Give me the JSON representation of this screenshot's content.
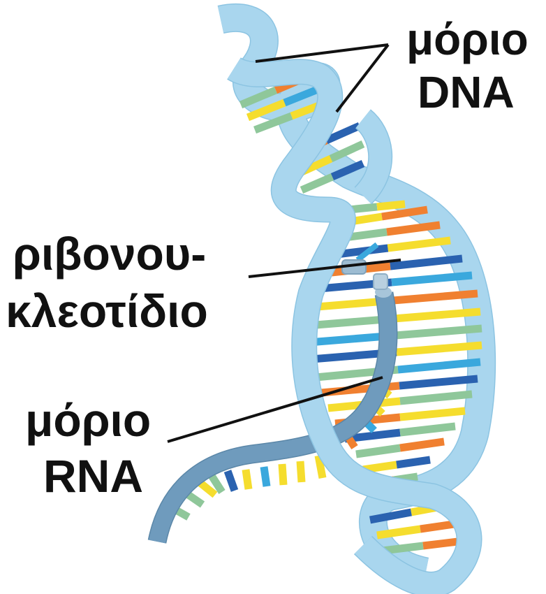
{
  "labels": {
    "dna": {
      "line1": "μόριο",
      "line2": "DNA"
    },
    "ribonucleotide": {
      "line1": "ριβονου-",
      "line2": "κλεοτίδιο"
    },
    "rna": {
      "line1": "μόριο",
      "line2": "RNA"
    }
  },
  "colors": {
    "dna_backbone": "#a9d6ee",
    "dna_backbone_edge": "#8cc4e2",
    "rna_backbone": "#6f9bbd",
    "rna_backbone_edge": "#5b87a8",
    "base_palette": [
      "#f08030",
      "#f5dd2e",
      "#2a62b0",
      "#8fc79a",
      "#3aa8dd"
    ],
    "leader_line": "#111111",
    "label_text": "#111111"
  },
  "icons": {
    "free_nucleotide": "ribonucleotide-cylinder-icon"
  }
}
